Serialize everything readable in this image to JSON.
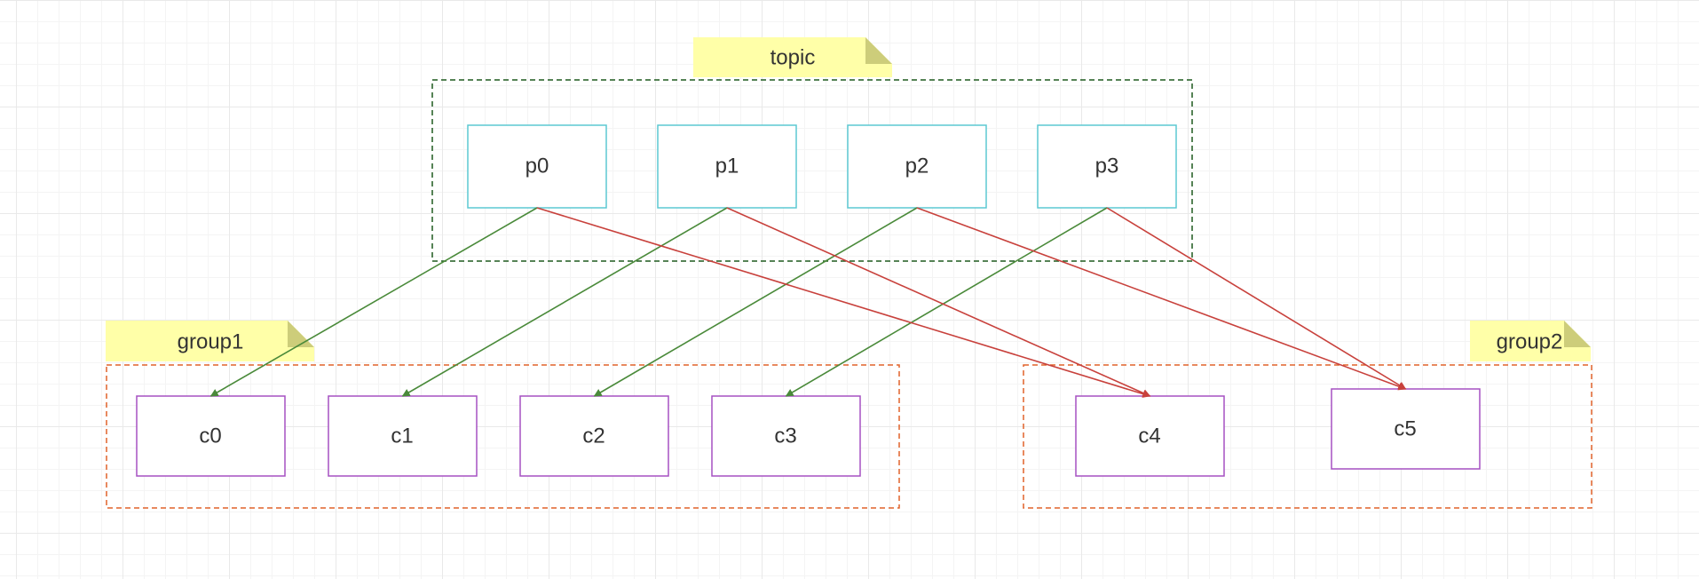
{
  "colors": {
    "topic_border": "#1e5a1e",
    "group_border": "#e0622a",
    "partition_border": "#5cc8d2",
    "consumer_border": "#a551c2",
    "note_fill": "#ffffa8",
    "note_fold": "#cdcd7a",
    "green_arrow": "#4a8a3a",
    "red_arrow": "#c8413c"
  },
  "notes": {
    "topic": "topic",
    "group1": "group1",
    "group2": "group2"
  },
  "partitions": [
    {
      "id": "p0",
      "label": "p0"
    },
    {
      "id": "p1",
      "label": "p1"
    },
    {
      "id": "p2",
      "label": "p2"
    },
    {
      "id": "p3",
      "label": "p3"
    }
  ],
  "consumers": [
    {
      "id": "c0",
      "label": "c0",
      "group": "group1"
    },
    {
      "id": "c1",
      "label": "c1",
      "group": "group1"
    },
    {
      "id": "c2",
      "label": "c2",
      "group": "group1"
    },
    {
      "id": "c3",
      "label": "c3",
      "group": "group1"
    },
    {
      "id": "c4",
      "label": "c4",
      "group": "group2"
    },
    {
      "id": "c5",
      "label": "c5",
      "group": "group2"
    }
  ],
  "edges": [
    {
      "from": "p0",
      "to": "c0",
      "color": "green"
    },
    {
      "from": "p1",
      "to": "c1",
      "color": "green"
    },
    {
      "from": "p2",
      "to": "c2",
      "color": "green"
    },
    {
      "from": "p3",
      "to": "c3",
      "color": "green"
    },
    {
      "from": "p0",
      "to": "c4",
      "color": "red"
    },
    {
      "from": "p1",
      "to": "c4",
      "color": "red"
    },
    {
      "from": "p2",
      "to": "c5",
      "color": "red"
    },
    {
      "from": "p3",
      "to": "c5",
      "color": "red"
    }
  ]
}
